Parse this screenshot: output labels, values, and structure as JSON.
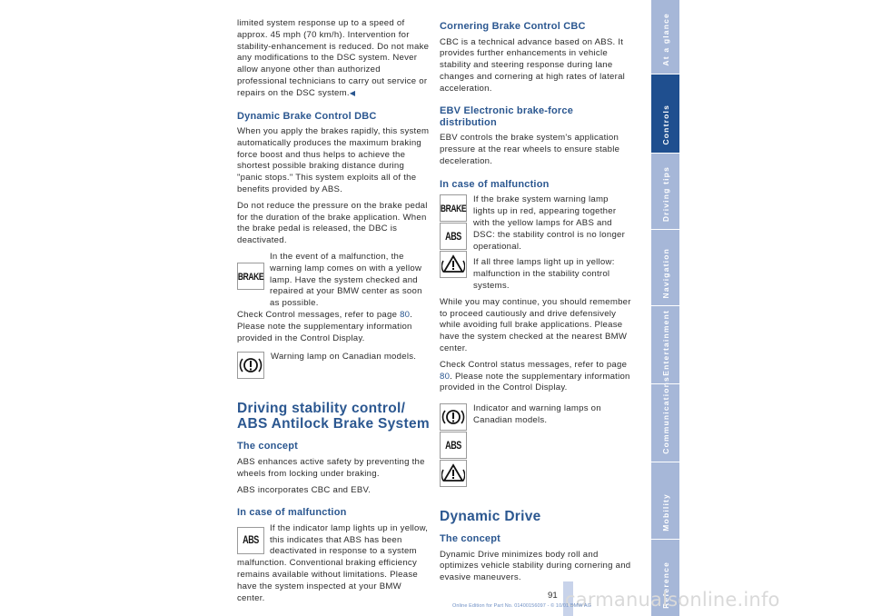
{
  "left": {
    "intro": "limited system response up to a speed of approx. 45 mph (70 km/h). Intervention for stability-enhancement is reduced. Do not make any modifications to the DSC system. Never allow anyone other than authorized professional technicians to carry out service or repairs on the DSC system.",
    "end_mark": "◀",
    "dbc_heading": "Dynamic Brake Control DBC",
    "dbc_p1": "When you apply the brakes rapidly, this system automatically produces the maximum braking force boost and thus helps to achieve the shortest possible braking distance during \"panic stops.\" This system exploits all of the benefits provided by ABS.",
    "dbc_p2": "Do not reduce the pressure on the brake pedal for the duration of the brake application. When the brake pedal is released, the DBC is deactivated.",
    "dbc_malfunction": "In the event of a malfunction, the warning lamp comes on with a yellow lamp. Have the system checked and repaired at your BMW center as soon as possible.",
    "dbc_check_pre": "Check Control messages, refer to page",
    "dbc_check_page": "80",
    "dbc_check_post": ". Please note the supplementary information provided in the Control Display.",
    "canadian_lamp": "Warning lamp on Canadian models.",
    "abs_heading": "Driving stability control/ ABS Antilock Brake System",
    "concept_heading": "The concept",
    "concept_p1": "ABS enhances active safety by preventing the wheels from locking under braking.",
    "concept_p2": "ABS incorporates CBC and EBV.",
    "malfunction_heading": "In case of malfunction",
    "malfunction_text": "If the indicator lamp lights up in yellow, this indicates that ABS has been deactivated in response to a system malfunction. Conventional braking efficiency remains available without limitations. Please have the system inspected at your BMW center."
  },
  "right": {
    "cbc_heading": "Cornering Brake Control CBC",
    "cbc_text": "CBC is a technical advance based on ABS. It provides further enhancements in vehicle stability and steering response during lane changes and cornering at high rates of lateral acceleration.",
    "ebv_heading": "EBV Electronic brake-force distribution",
    "ebv_text": "EBV controls the brake system's application pressure at the rear wheels to ensure stable deceleration.",
    "malfunction_heading": "In case of malfunction",
    "malfunction_p1": "If the brake system warning lamp lights up in red, appearing together with the yellow lamps for ABS and DSC: the stability control is no longer operational.",
    "malfunction_p2": "If all three lamps light up in yellow: malfunction in the stability control systems.",
    "continue_text": "While you may continue, you should remember to proceed cautiously and drive defensively while avoiding full brake applications. Please have the system checked at the nearest BMW center.",
    "check_pre": "Check Control status messages, refer to page",
    "check_page": "80",
    "check_post": ". Please note the supplementary information provided in the Control Display.",
    "indicator_text": "Indicator and warning lamps on Canadian models.",
    "dd_heading": "Dynamic Drive",
    "dd_concept_heading": "The concept",
    "dd_concept_text": "Dynamic Drive minimizes body roll and optimizes vehicle stability during cornering and evasive maneuvers."
  },
  "lamps": {
    "brake": "BRAKE",
    "abs": "ABS"
  },
  "sidebar": {
    "tabs": [
      {
        "label": "At a glance"
      },
      {
        "label": "Controls"
      },
      {
        "label": "Driving tips"
      },
      {
        "label": "Navigation"
      },
      {
        "label": "Entertainment"
      },
      {
        "label": "Communications"
      },
      {
        "label": "Mobility"
      },
      {
        "label": "Reference"
      }
    ],
    "active_tab": "Controls"
  },
  "page_number": "91",
  "footer_watermark": "Online Edition for Part No. 01400156097 - © 10/01 BMW AG",
  "site_watermark": "carmanualsonline.info",
  "colors": {
    "heading": "#2b5790",
    "sidebar": "#a6b7d8",
    "sidebar_active": "#1f4f8f"
  }
}
